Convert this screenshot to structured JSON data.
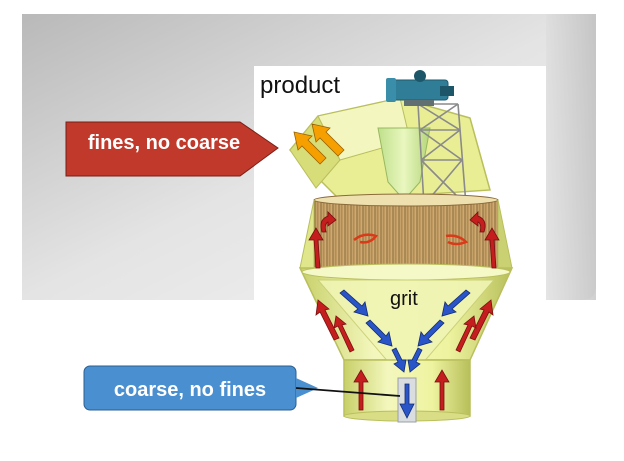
{
  "labels": {
    "product": "product",
    "grit": "grit",
    "fines_callout": "fines, no coarse",
    "coarse_callout": "coarse, no fines"
  },
  "colors": {
    "fines_callout": "#c0392b",
    "coarse_callout": "#4a8fd0",
    "body_yellow": "#eef3a0",
    "cage_tan": "#cfa870",
    "motor_teal": "#2f7d96",
    "arrow_up": "#c41e1e",
    "arrow_down": "#2a55c8",
    "arrow_out": "#f5a000"
  },
  "icons": [
    "fines-arrow-callout",
    "coarse-arrow-callout",
    "motor-icon"
  ]
}
